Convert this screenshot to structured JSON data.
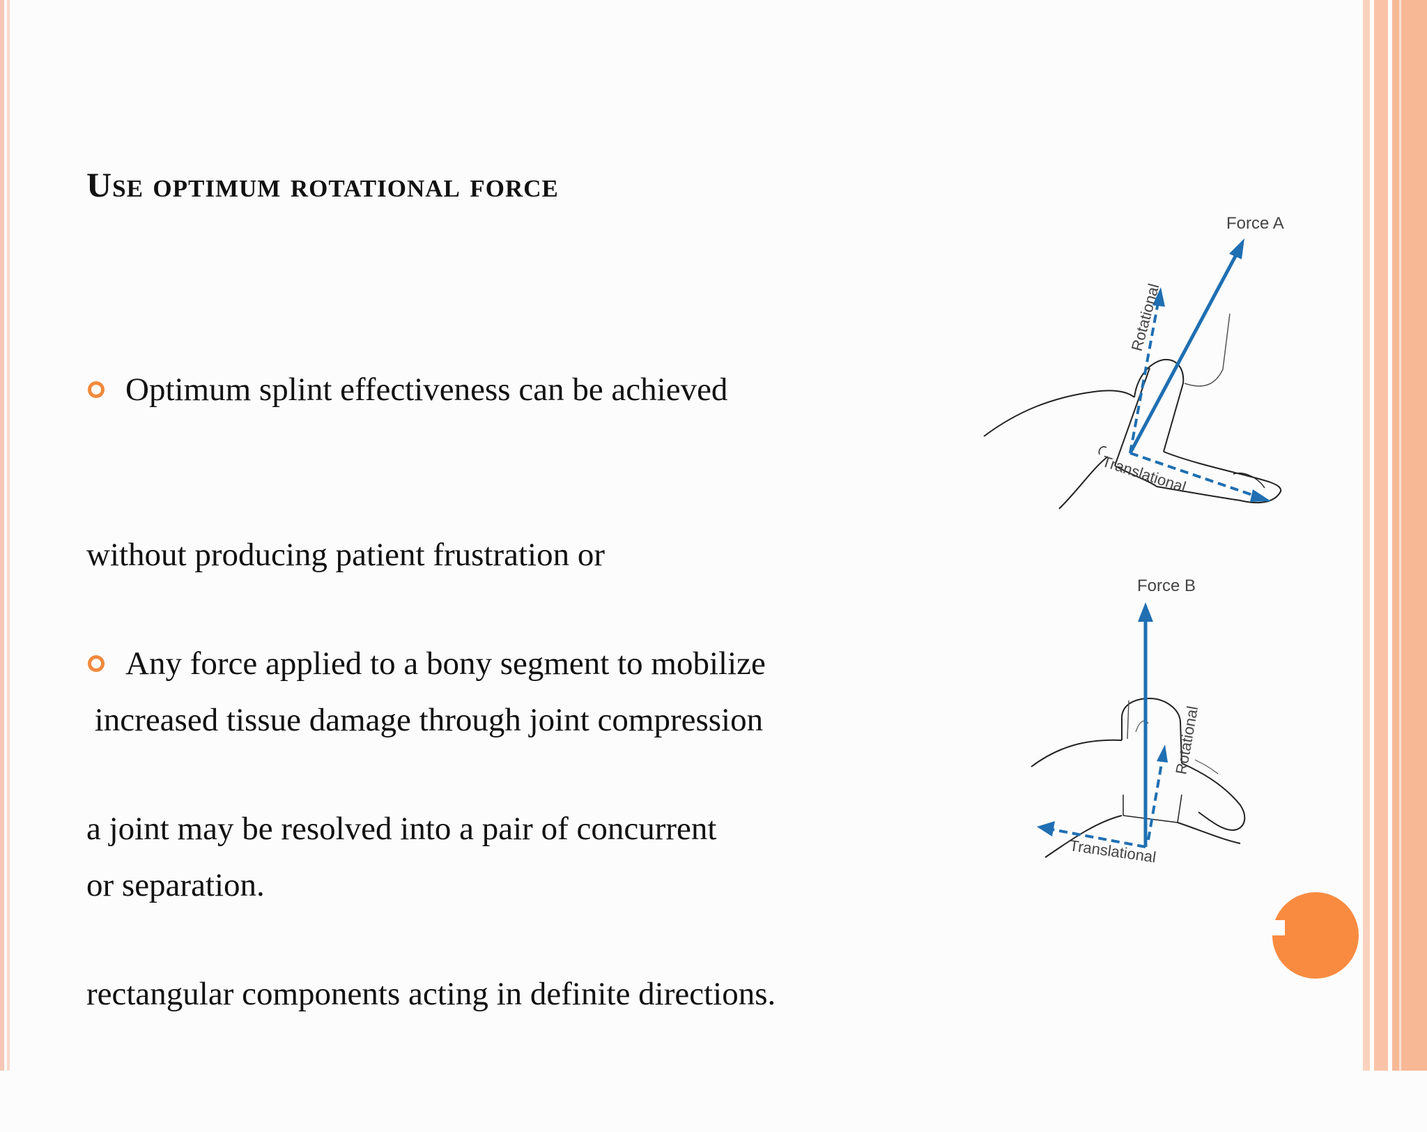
{
  "slide": {
    "title": "Use optimum rotational force",
    "bullet1": {
      "lines": [
        "Optimum splint effectiveness can be achieved",
        "without producing patient frustration or",
        " increased tissue damage through joint compression",
        "or separation."
      ]
    },
    "bullet2": {
      "lines": [
        "Any force applied to a bony segment to mobilize",
        "a joint may be resolved into a pair of concurrent",
        "rectangular components acting in definite directions."
      ]
    }
  },
  "diagram_a": {
    "force_label": "Force A",
    "rotational_label": "Rotational",
    "translational_label": "Translational"
  },
  "diagram_b": {
    "force_label": "Force B",
    "rotational_label": "Rotational",
    "translational_label": "Translational"
  },
  "colors": {
    "accent": "#f98b41",
    "arrow": "#1f6fb2",
    "border_light": "#fbd2c0",
    "border_dark": "#f7b896"
  }
}
